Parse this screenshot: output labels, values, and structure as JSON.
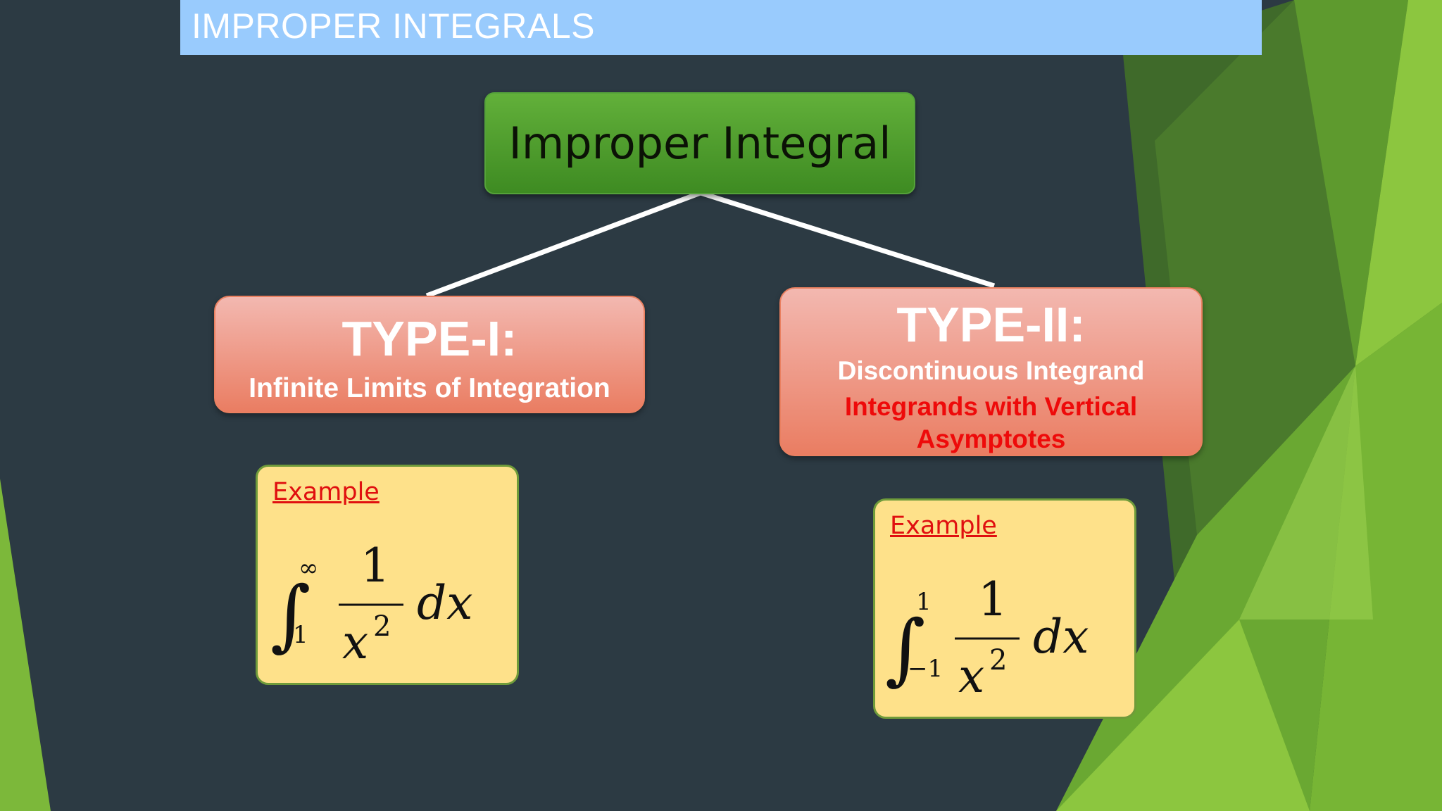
{
  "header": {
    "title": "IMPROPER INTEGRALS"
  },
  "diagram": {
    "root": {
      "label": "Improper Integral"
    },
    "type1": {
      "heading": "TYPE-I:",
      "subtitle": "Infinite Limits of Integration",
      "example": {
        "label": "Example",
        "integral_symbol": "∫",
        "lower": "1",
        "upper": "∞",
        "numerator": "1",
        "denominator_base": "x",
        "denominator_exp": "2",
        "differential": "dx"
      }
    },
    "type2": {
      "heading": "TYPE-II:",
      "subtitle": "Discontinuous Integrand",
      "subtitle2": "Integrands with Vertical Asymptotes",
      "example": {
        "label": "Example",
        "integral_symbol": "∫",
        "lower": "−1",
        "upper": "1",
        "numerator": "1",
        "denominator_base": "x",
        "denominator_exp": "2",
        "differential": "dx"
      }
    }
  },
  "colors": {
    "background": "#2c3a43",
    "title_bar": "#99cbfd",
    "root_box": "#4d9c2c",
    "type_box": "#ee9a84",
    "example_box": "#fee18a",
    "accent_red": "#ee0a0a",
    "accent_green": "#8cc63f"
  }
}
